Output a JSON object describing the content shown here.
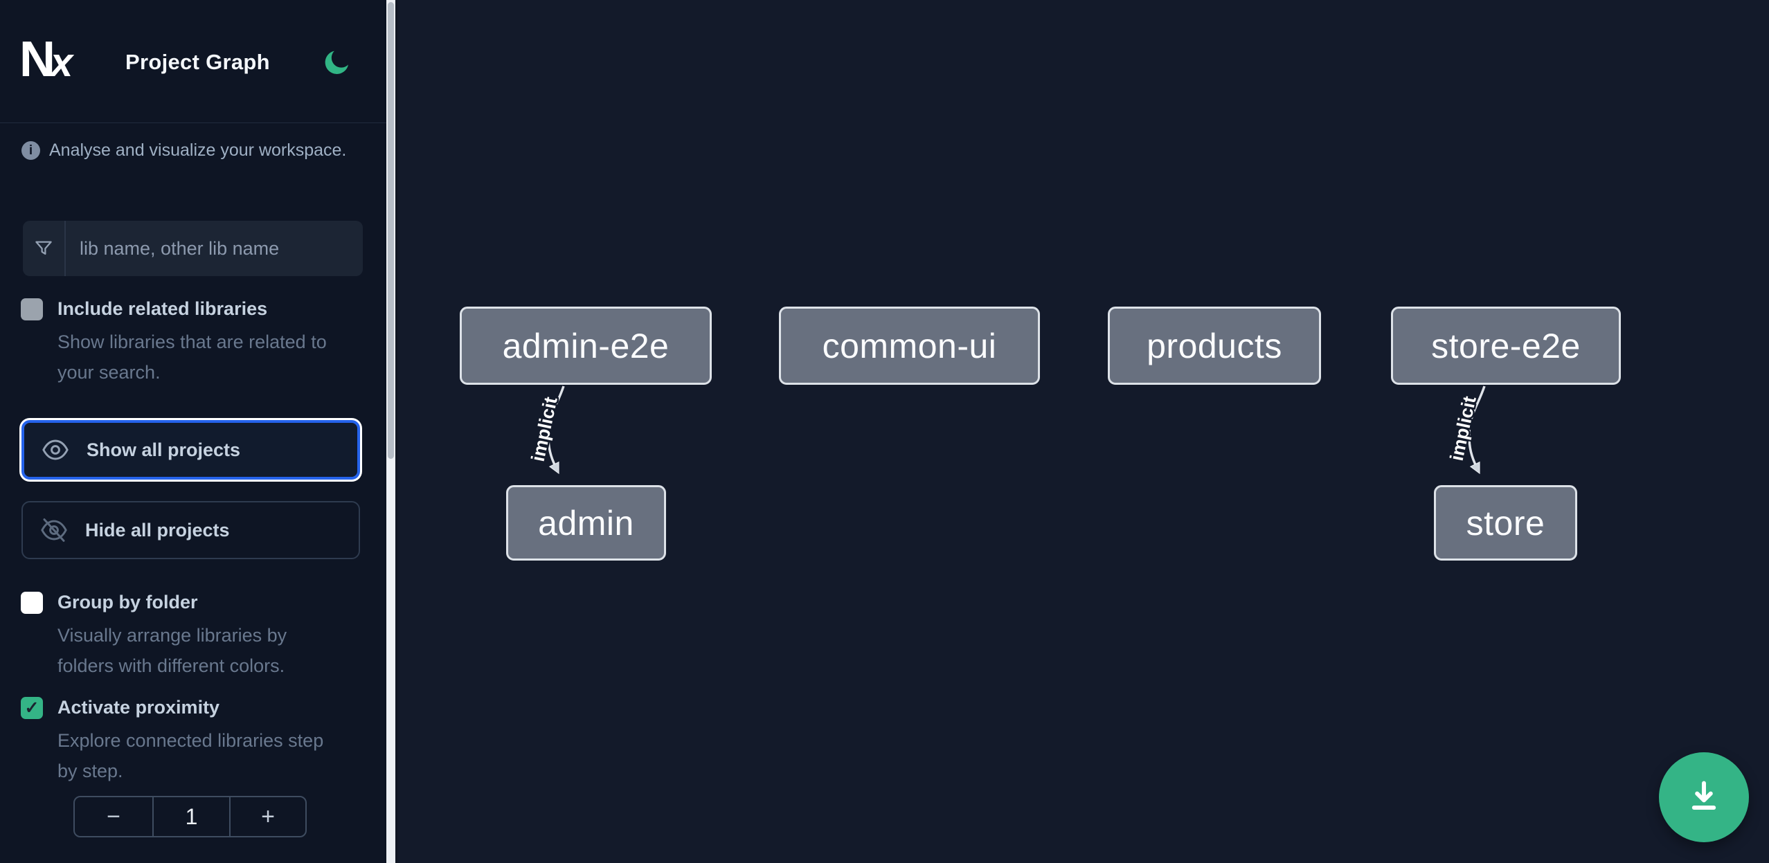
{
  "app": {
    "title": "Project Graph",
    "logo_text": "Nx"
  },
  "theme": {
    "accent": "#34b486",
    "focus_ring": "#2563eb",
    "sidebar_bg": "#0e1524",
    "canvas_bg": "#131a2a",
    "node_fill": "#68707f"
  },
  "icons": {
    "logo": "nx-logo",
    "theme_toggle": "moon-icon",
    "tagline": "info-icon",
    "filter": "funnel-icon",
    "show_all": "eye-icon",
    "hide_all": "eye-off-icon",
    "fab": "download-icon"
  },
  "sidebar": {
    "tagline": "Analyse and visualize your workspace.",
    "filter": {
      "placeholder": "lib name, other lib name",
      "value": ""
    },
    "toggles": [
      {
        "label": "Include related libraries",
        "description": "Show libraries that are related to your search.",
        "checked": false
      },
      {
        "label": "Group by folder",
        "description": "Visually arrange libraries by folders with different colors.",
        "checked": false
      },
      {
        "label": "Activate proximity",
        "description": "Explore connected libraries step by step.",
        "checked": true
      }
    ],
    "check_glyph": "✓",
    "buttons": [
      {
        "label": "Show all projects",
        "focused": true
      },
      {
        "label": "Hide all projects",
        "focused": false
      }
    ],
    "stepper": {
      "decrement": "−",
      "value": "1",
      "increment": "+"
    }
  },
  "graph": {
    "nodes": [
      {
        "label": "admin-e2e"
      },
      {
        "label": "common-ui"
      },
      {
        "label": "products"
      },
      {
        "label": "store-e2e"
      },
      {
        "label": "admin"
      },
      {
        "label": "store"
      }
    ],
    "edges": [
      {
        "from": "admin-e2e",
        "to": "admin",
        "label": "implicit"
      },
      {
        "from": "store-e2e",
        "to": "store",
        "label": "implicit"
      }
    ]
  }
}
